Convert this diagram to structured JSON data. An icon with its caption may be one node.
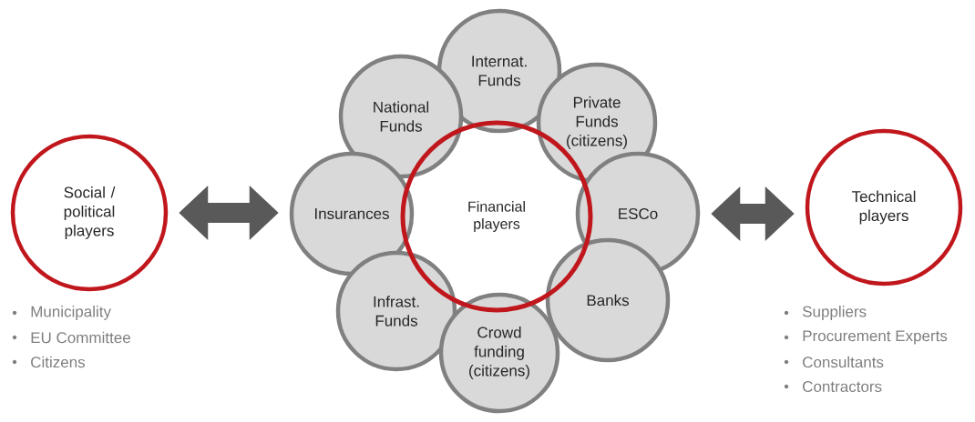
{
  "diagram": {
    "nodes": [
      {
        "text": [
          "Social / political players"
        ],
        "beside": [
          "Municipality",
          "EU Committee",
          "Citizens"
        ]
      },
      {
        "text": [
          "Financial players"
        ]
      },
      {
        "text": [
          "Internat. Funds"
        ]
      },
      {
        "text": [
          "National Funds"
        ]
      },
      {
        "text": [
          "Private Funds (citizens)"
        ]
      },
      {
        "text": [
          "Insurances"
        ]
      },
      {
        "text": [
          "ESCo"
        ]
      },
      {
        "text": [
          "Infrast. Funds"
        ]
      },
      {
        "text": [
          "Banks"
        ]
      },
      {
        "text": [
          "Crowd funding (citizens)"
        ]
      },
      {
        "text": [
          "Technical players"
        ],
        "beside": [
          "Suppliers",
          "Procurement Experts",
          "Consultants",
          "Contractors"
        ]
      }
    ],
    "edges": [
      {
        "from": 0,
        "to": 5,
        "arrow": "both"
      },
      {
        "from": 6,
        "to": 10,
        "arrow": "both"
      }
    ]
  }
}
